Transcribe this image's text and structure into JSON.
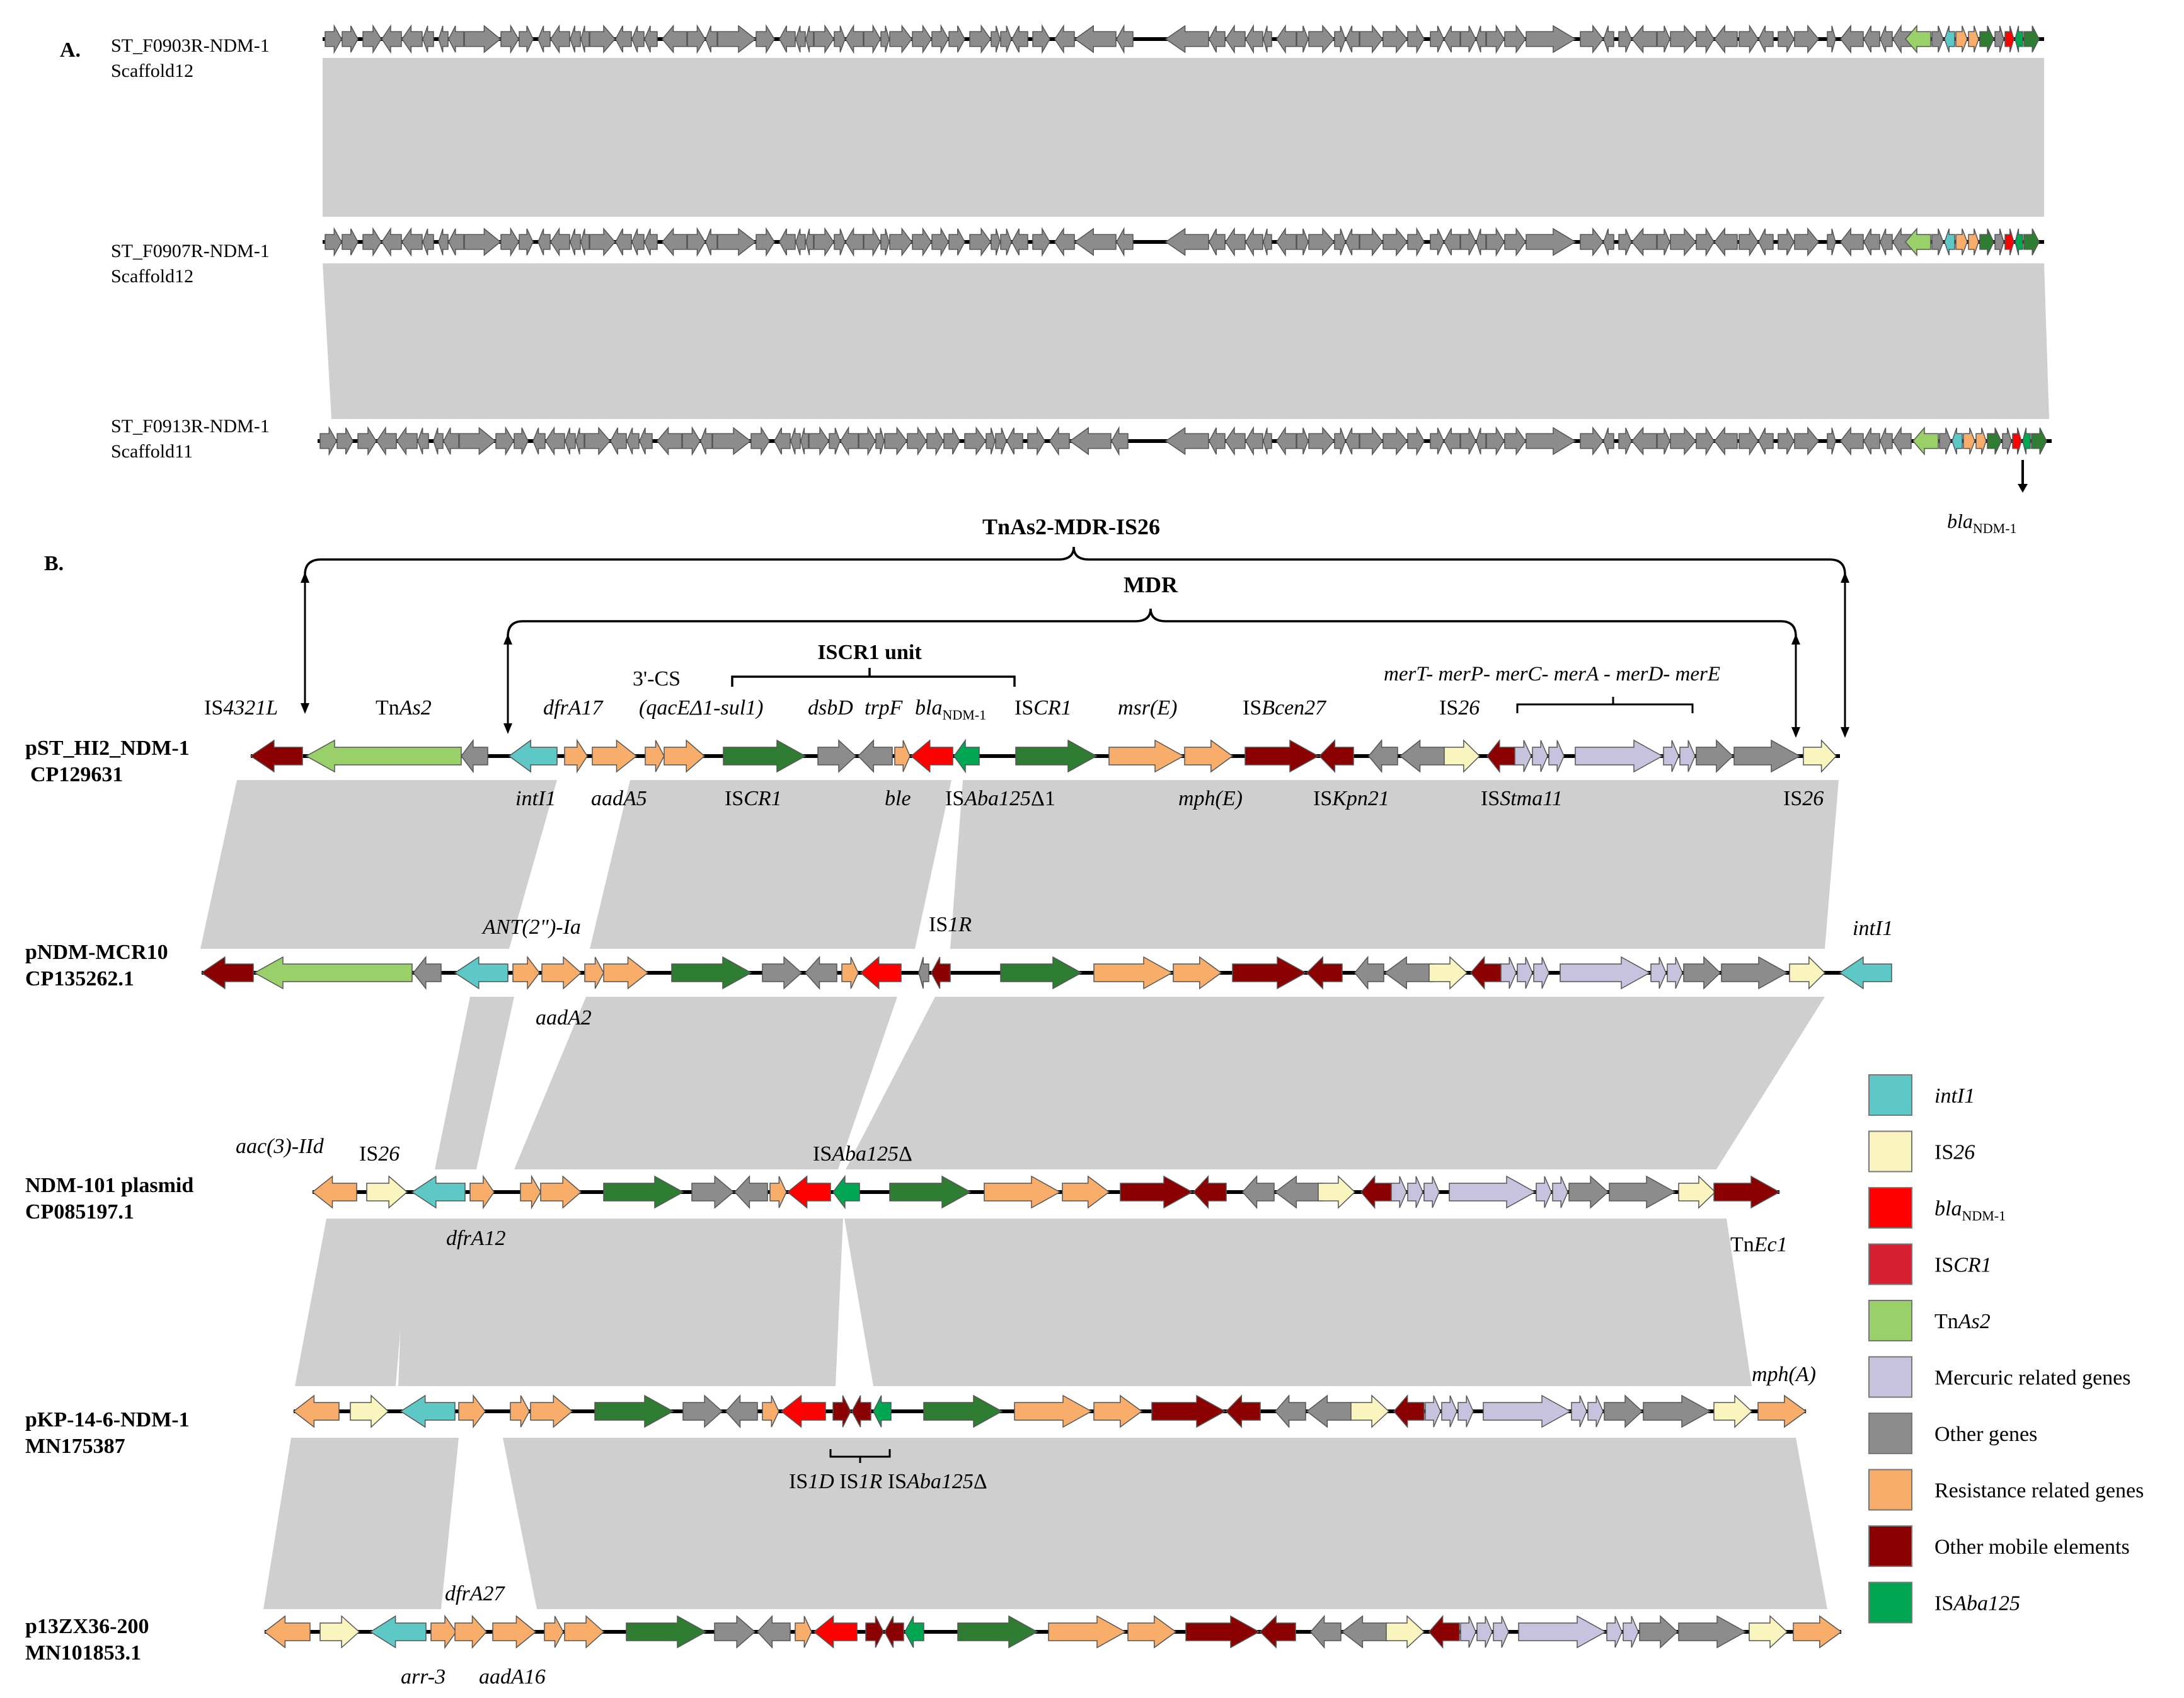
{
  "panelA": {
    "label": "A.",
    "tracks": [
      {
        "name": "ST_F0903R-NDM-1",
        "sub": "Scaffold12"
      },
      {
        "name": "ST_F0907R-NDM-1",
        "sub": "Scaffold12"
      },
      {
        "name": "ST_F0913R-NDM-1",
        "sub": "Scaffold11"
      }
    ],
    "marker": "bla",
    "marker_sub": "NDM-1"
  },
  "panelB": {
    "label": "B.",
    "bracket_top": "TnAs2-MDR-IS26",
    "bracket_mdr": "MDR",
    "bracket_iscr": "ISCR1 unit",
    "mer_label": "merT- merP- merC- merA - merD- merE",
    "tracks": [
      {
        "name": "pST_HI2_NDM-1",
        "acc": "CP129631"
      },
      {
        "name": "pNDM-MCR10",
        "acc": "CP135262.1"
      },
      {
        "name": "NDM-101 plasmid",
        "acc": "CP085197.1"
      },
      {
        "name": "pKP-14-6-NDM-1",
        "acc": "MN175387"
      },
      {
        "name": "p13ZX36-200",
        "acc": "MN101853.1"
      }
    ],
    "labels_t1_top": {
      "is4321": "IS4321L",
      "tnas2": "TnAs2",
      "dfra17": "dfrA17",
      "cs3": "3'-CS",
      "qac": "(qacEΔ1-sul1)",
      "dsbd": "dsbD",
      "trpf": "trpF",
      "bla": "bla",
      "bla_sub": "NDM-1",
      "iscr1b": "ISCR1",
      "msre": "msr(E)",
      "isbcen": "ISBcen27",
      "is26a": "IS26"
    },
    "labels_t1_bottom": {
      "intl1": "intI1",
      "aada5": "aadA5",
      "iscr1": "ISCR1",
      "ble": "ble",
      "isaba": "ISAba125Δ1",
      "mphe": "mph(E)",
      "iskpn": "ISKpn21",
      "isstma": "ISStma11",
      "is26b": "IS26"
    },
    "labels_t2": {
      "ant": "ANT(2\")-Ia",
      "is1r": "IS1R",
      "intl1": "intI1",
      "aada2": "aadA2"
    },
    "labels_t3": {
      "aac": "aac(3)-IId",
      "is26": "IS26",
      "isaba": "ISAba125Δ",
      "dfra12": "dfrA12",
      "tnec1": "TnEc1"
    },
    "labels_t4": {
      "mpha": "mph(A)",
      "is1d": "IS1D IS1R ISAba125Δ"
    },
    "labels_t5": {
      "dfra27": "dfrA27",
      "arr3": "arr-3",
      "aada16": "aadA16"
    }
  },
  "legend": [
    {
      "label": "intI1",
      "color": "#5ec8c6"
    },
    {
      "label": "IS26",
      "color": "#faf5be"
    },
    {
      "label": "blaNDM-1",
      "color": "#ff0000"
    },
    {
      "label": "ISCR1",
      "color": "#d62031"
    },
    {
      "label": "TnAs2",
      "color": "#9ad06a"
    },
    {
      "label": "Mercuric related genes",
      "color": "#c7c3df"
    },
    {
      "label": "Other genes",
      "color": "#8c8c8c"
    },
    {
      "label": "Resistance related genes",
      "color": "#f8ae6a"
    },
    {
      "label": "Other mobile elements",
      "color": "#8b0000"
    },
    {
      "label": "ISAba125",
      "color": "#00a651"
    }
  ]
}
